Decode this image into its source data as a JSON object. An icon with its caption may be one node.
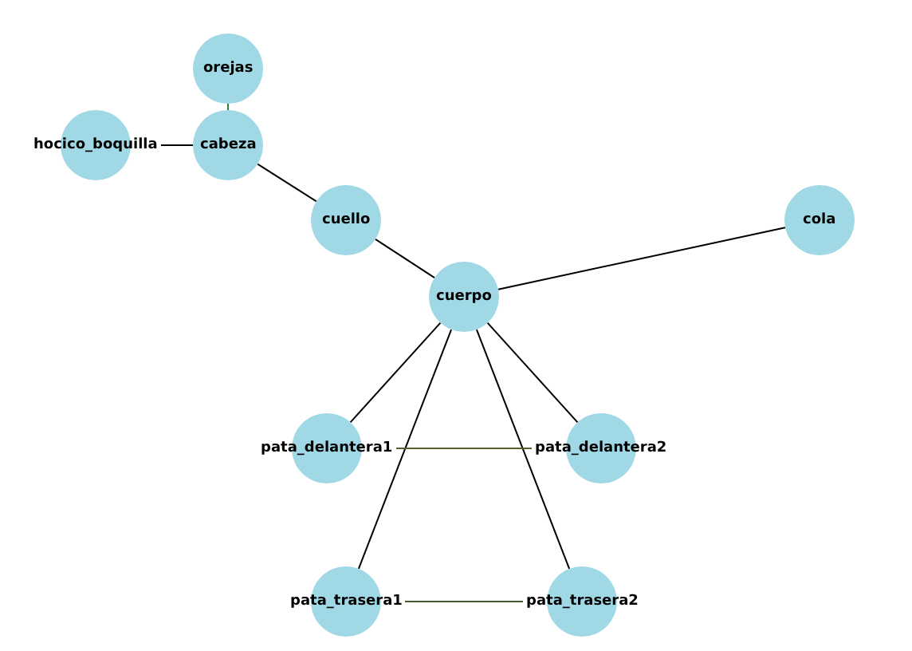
{
  "diagram": {
    "nodes": [
      {
        "text": [
          "orejas"
        ]
      },
      {
        "text": [
          "hocico_boquilla"
        ]
      },
      {
        "text": [
          "cabeza"
        ]
      },
      {
        "text": [
          "cuello"
        ]
      },
      {
        "text": [
          "cola"
        ]
      },
      {
        "text": [
          "cuerpo"
        ]
      },
      {
        "text": [
          "pata_delantera1"
        ]
      },
      {
        "text": [
          "pata_delantera2"
        ]
      },
      {
        "text": [
          "pata_trasera1"
        ]
      },
      {
        "text": [
          "pata_trasera2"
        ]
      }
    ],
    "edges": [
      {
        "from": 0,
        "to": 2,
        "arrow": "none",
        "color": "#2e7d3a"
      },
      {
        "from": 1,
        "to": 2,
        "arrow": "none"
      },
      {
        "from": 2,
        "to": 3,
        "arrow": "none"
      },
      {
        "from": 3,
        "to": 5,
        "arrow": "none"
      },
      {
        "from": 5,
        "to": 4,
        "arrow": "none"
      },
      {
        "from": 5,
        "to": 6,
        "arrow": "none"
      },
      {
        "from": 5,
        "to": 7,
        "arrow": "none"
      },
      {
        "from": 5,
        "to": 8,
        "arrow": "none"
      },
      {
        "from": 5,
        "to": 9,
        "arrow": "none"
      },
      {
        "from": 6,
        "to": 7,
        "arrow": "none",
        "color": "#55602c"
      },
      {
        "from": 8,
        "to": 9,
        "arrow": "none",
        "color": "#3f5e30"
      }
    ]
  }
}
